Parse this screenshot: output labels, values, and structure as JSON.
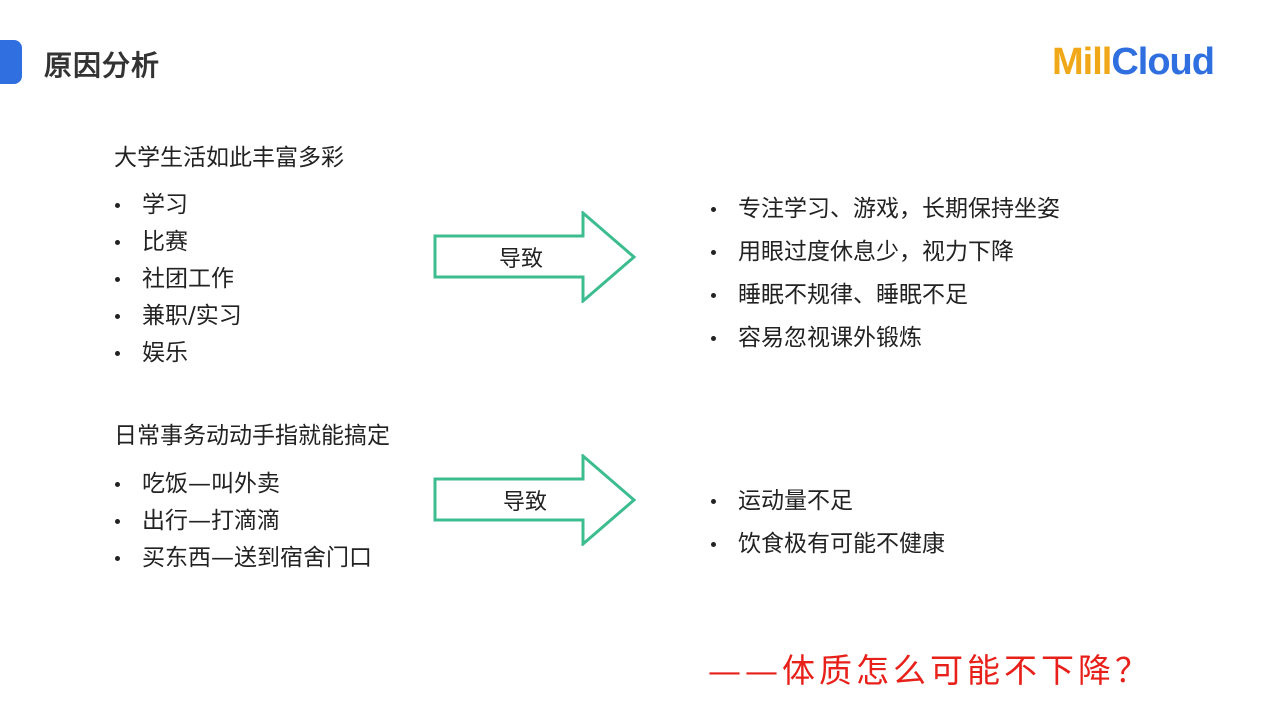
{
  "header": {
    "title": "原因分析",
    "logo_part1": "Mill",
    "logo_part2": "Cloud",
    "accent_color": "#2f6fe0",
    "logo_color_mill": "#f0a818",
    "logo_color_cloud": "#2f6fe0"
  },
  "section1": {
    "heading": "大学生活如此丰富多彩",
    "causes": [
      "学习",
      "比赛",
      "社团工作",
      "兼职/实习",
      "娱乐"
    ],
    "arrow_label": "导致",
    "effects": [
      "专注学习、游戏，长期保持坐姿",
      "用眼过度休息少，视力下降",
      "睡眠不规律、睡眠不足",
      "容易忽视课外锻炼"
    ]
  },
  "section2": {
    "heading": "日常事务动动手指就能搞定",
    "causes": [
      "吃饭—叫外卖",
      "出行—打滴滴",
      "买东西—送到宿舍门口"
    ],
    "arrow_label": "导致",
    "effects": [
      "运动量不足",
      "饮食极有可能不健康"
    ]
  },
  "conclusion": "——体质怎么可能不下降？",
  "colors": {
    "arrow_stroke": "#3dbd8f",
    "conclusion": "#e8201a"
  }
}
